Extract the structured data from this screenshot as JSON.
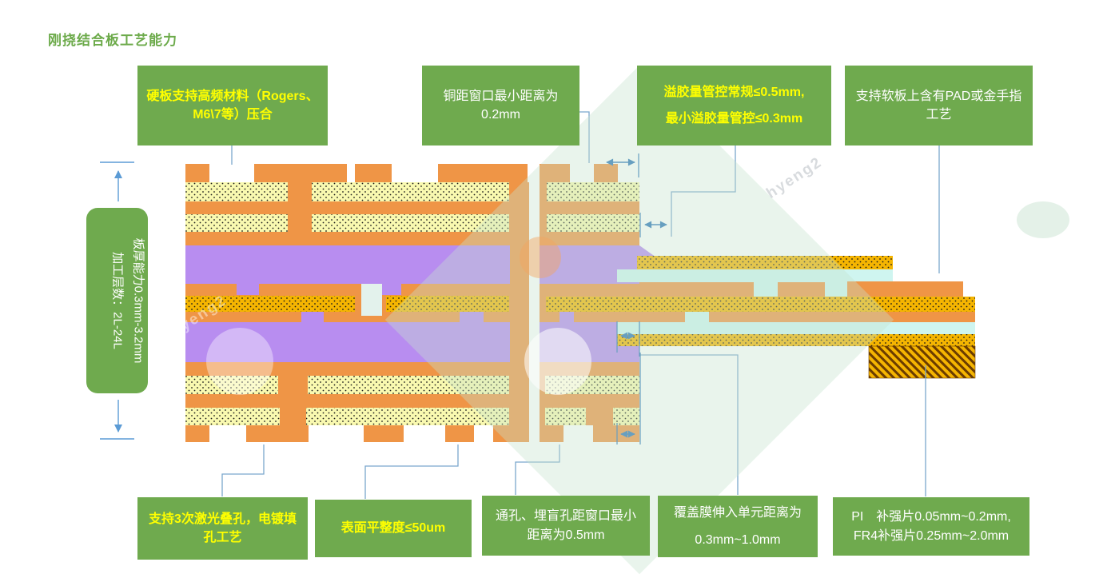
{
  "title": "刚挠结合板工艺能力",
  "watermark_text": "hyeng2",
  "side_label": {
    "line1": "板厚能力0.3mm-3.2mm",
    "line2": "加工层数：2L-24L"
  },
  "top_callouts": [
    {
      "id": "rigid-high-freq",
      "text": "硬板支持高频材料（Rogers、M6\\7等）压合",
      "style": "highlight"
    },
    {
      "id": "copper-window",
      "line1": "铜距窗口最小距离为",
      "line2": "0.2mm",
      "style": "normal"
    },
    {
      "id": "glue-control",
      "line1": "溢胶量管控常规≤0.5mm,",
      "line2": "最小溢胶量管控≤0.3mm",
      "style": "highlight"
    },
    {
      "id": "flex-pad",
      "text": "支持软板上含有PAD或金手指工艺",
      "style": "normal"
    }
  ],
  "bottom_callouts": [
    {
      "id": "laser-stacked-via",
      "text": "支持3次激光叠孔，电镀填孔工艺",
      "style": "highlight"
    },
    {
      "id": "surface-flatness",
      "text": "表面平整度≤50um",
      "style": "highlight"
    },
    {
      "id": "via-to-window",
      "text": "通孔、埋盲孔距窗口最小距离为0.5mm",
      "style": "normal"
    },
    {
      "id": "coverlay-overlap",
      "line1": "覆盖膜伸入单元距离为",
      "line2": "0.3mm~1.0mm",
      "style": "normal"
    },
    {
      "id": "stiffener",
      "line1": "PI　补强片0.05mm~0.2mm,",
      "line2": "FR4补强片0.25mm~2.0mm",
      "style": "normal"
    }
  ],
  "colors": {
    "green_box": "#6FAA4E",
    "title_green": "#6CAA4A",
    "highlight_text": "#FFFF00",
    "normal_text": "#FFFFFF",
    "copper_orange": "#EF9546",
    "flex_core_purple": "#B88DF0",
    "prepreg_dotted_yellow": "#F9F9B0",
    "adhesive_dotted_yellow": "#F5B501",
    "coverlay_cyan": "#CFF5F0",
    "callout_line_blue": "#7BA7CD",
    "dimension_arrow_blue": "#2E77B8",
    "diamond_watermark_green": "#C5E1CE"
  }
}
